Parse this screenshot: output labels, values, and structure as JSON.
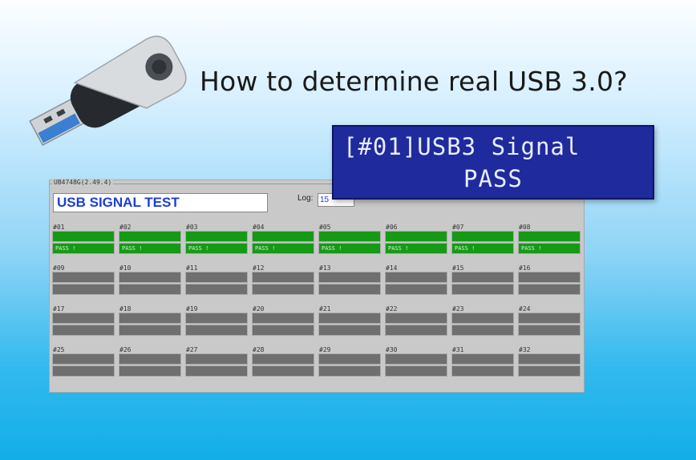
{
  "headline": "How to determine real USB 3.0?",
  "app": {
    "window_title": "UB4748G(2.49.4)",
    "test_name": "USB SIGNAL TEST",
    "log_label": "Log:",
    "log_value": "15",
    "ports": [
      {
        "label": "#01",
        "status": "PASS !"
      },
      {
        "label": "#02",
        "status": "PASS !"
      },
      {
        "label": "#03",
        "status": "PASS !"
      },
      {
        "label": "#04",
        "status": "PASS !"
      },
      {
        "label": "#05",
        "status": "PASS !"
      },
      {
        "label": "#06",
        "status": "PASS !"
      },
      {
        "label": "#07",
        "status": "PASS !"
      },
      {
        "label": "#08",
        "status": "PASS !"
      },
      {
        "label": "#09",
        "status": ""
      },
      {
        "label": "#10",
        "status": ""
      },
      {
        "label": "#11",
        "status": ""
      },
      {
        "label": "#12",
        "status": ""
      },
      {
        "label": "#13",
        "status": ""
      },
      {
        "label": "#14",
        "status": ""
      },
      {
        "label": "#15",
        "status": ""
      },
      {
        "label": "#16",
        "status": ""
      },
      {
        "label": "#17",
        "status": ""
      },
      {
        "label": "#18",
        "status": ""
      },
      {
        "label": "#19",
        "status": ""
      },
      {
        "label": "#20",
        "status": ""
      },
      {
        "label": "#21",
        "status": ""
      },
      {
        "label": "#22",
        "status": ""
      },
      {
        "label": "#23",
        "status": ""
      },
      {
        "label": "#24",
        "status": ""
      },
      {
        "label": "#25",
        "status": ""
      },
      {
        "label": "#26",
        "status": ""
      },
      {
        "label": "#27",
        "status": ""
      },
      {
        "label": "#28",
        "status": ""
      },
      {
        "label": "#29",
        "status": ""
      },
      {
        "label": "#30",
        "status": ""
      },
      {
        "label": "#31",
        "status": ""
      },
      {
        "label": "#32",
        "status": ""
      }
    ]
  },
  "lcd": {
    "line1": "[#01]USB3 Signal",
    "line2": "PASS"
  },
  "colors": {
    "pass": "#169a16",
    "idle": "#6f6f6f",
    "lcd_background": "#1f2a9c",
    "field_text": "#1a3fd6"
  },
  "icons": {
    "usb_drive": "usb-flash-drive-icon"
  }
}
